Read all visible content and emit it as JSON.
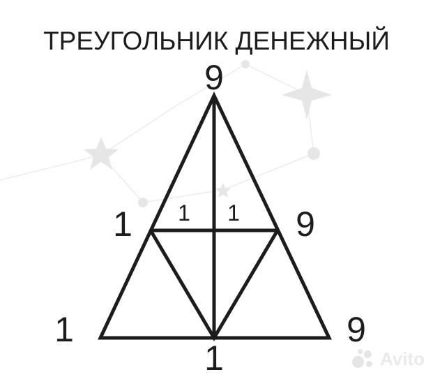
{
  "title": "ТРЕУГОЛЬНИК ДЕНЕЖНЫЙ",
  "labels": {
    "top": "9",
    "mid_left": "1",
    "mid_right": "9",
    "inner_left": "1",
    "inner_right": "1",
    "bottom_left": "1",
    "bottom_right": "9",
    "bottom_center": "1"
  },
  "watermark": "Avito",
  "colors": {
    "ink": "#1c1c1c",
    "constellation": "#e6e6e6",
    "watermark": "#e9e9e9"
  }
}
